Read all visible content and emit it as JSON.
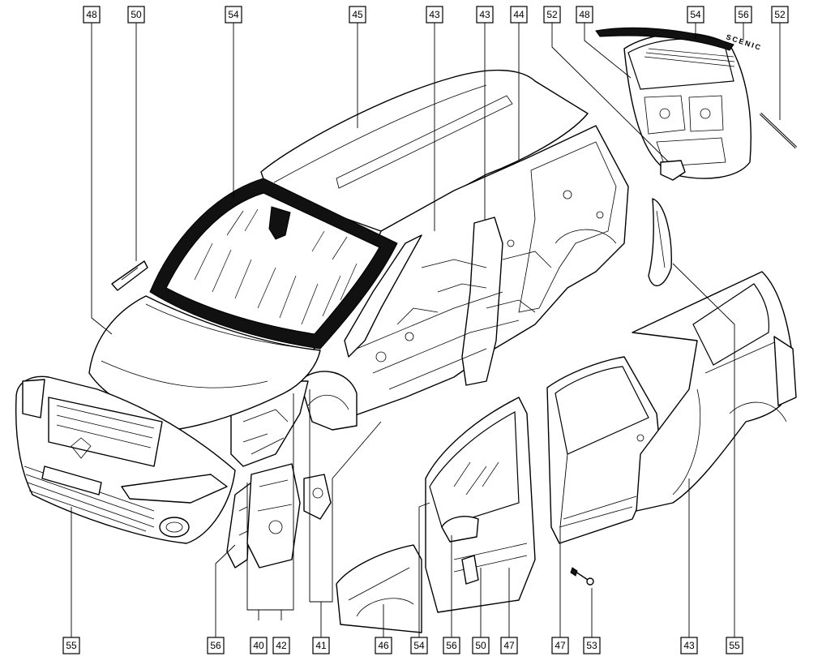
{
  "badge_text": "SCENIC",
  "callouts": {
    "c01": "48",
    "c02": "50",
    "c03": "54",
    "c04": "45",
    "c05": "43",
    "c06": "43",
    "c07": "44",
    "c08": "52",
    "c09": "48",
    "c10": "54",
    "c11": "56",
    "c12": "52",
    "c13": "55",
    "c14": "56",
    "c15": "40",
    "c16": "42",
    "c17": "41",
    "c18": "46",
    "c19": "54",
    "c20": "56",
    "c21": "50",
    "c22": "47",
    "c23": "47",
    "c24": "53",
    "c25": "43",
    "c26": "55"
  }
}
